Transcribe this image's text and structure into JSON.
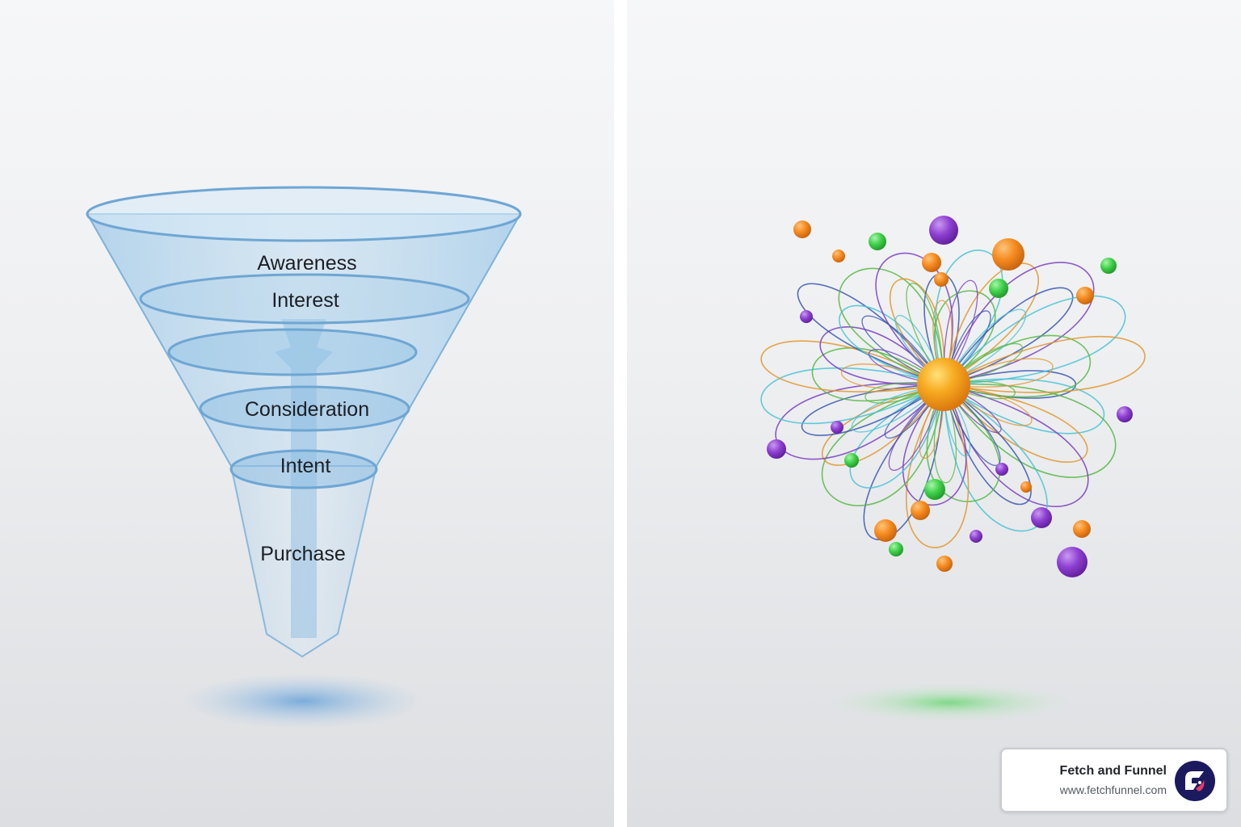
{
  "funnel": {
    "stages": [
      "Awareness",
      "Interest",
      "Consideration",
      "Intent",
      "Purchase"
    ],
    "color": "#6fa8d6"
  },
  "network": {
    "hub_color": "#f5a21b",
    "node_colors": [
      "#f58a1f",
      "#8e3fd1",
      "#3fd14a"
    ],
    "line_colors": [
      "#3a56b0",
      "#47c3d6",
      "#57b847",
      "#e0962a",
      "#7a3fc0"
    ]
  },
  "brand": {
    "name": "Fetch and Funnel",
    "url": "www.fetchfunnel.com",
    "logo_icon": "fetch-funnel-logo-icon"
  }
}
